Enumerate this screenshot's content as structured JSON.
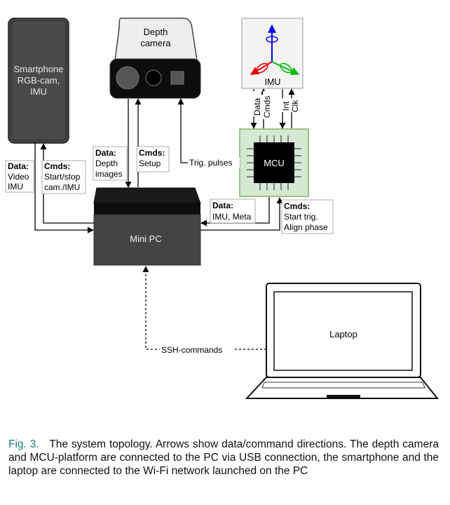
{
  "diagram": {
    "smartphone": {
      "lines": [
        "Smartphone",
        "RGB-cam,",
        "IMU"
      ]
    },
    "depth_camera": {
      "lines": [
        "Depth",
        "camera"
      ]
    },
    "imu": {
      "label": "IMU"
    },
    "mcu": {
      "label": "MCU"
    },
    "mini_pc": {
      "label": "Mini PC"
    },
    "laptop": {
      "label": "Laptop"
    },
    "edges": {
      "phone_data": {
        "bold": "Data:",
        "lines": [
          "Video",
          "IMU"
        ]
      },
      "phone_cmds": {
        "bold": "Cmds:",
        "lines": [
          "Start/stop",
          "cam./IMU"
        ]
      },
      "depth_data": {
        "bold": "Data:",
        "lines": [
          "Depth",
          "images"
        ]
      },
      "depth_cmds": {
        "bold": "Cmds:",
        "lines": [
          "Setup"
        ]
      },
      "trig": {
        "label": "Trig. pulses"
      },
      "mcu_data": {
        "bold": "Data:",
        "lines": [
          "IMU, Meta"
        ]
      },
      "mcu_cmds": {
        "bold": "Cmds:",
        "lines": [
          "Start trig.",
          "Align phase"
        ]
      },
      "imu_lines": [
        "Data",
        "Cmds",
        "Int",
        "Clk"
      ],
      "ssh": {
        "label": "SSH-commands"
      }
    }
  },
  "caption": {
    "label": "Fig. 3.",
    "text": "The system topology. Arrows show data/command directions. The depth camera and MCU-platform are connected to the PC via USB connection, the smartphone and the laptop are connected to the Wi-Fi network launched on the PC"
  },
  "colors": {
    "dark_box": "#444444",
    "mcu_board": "#d5e8d4",
    "mcu_border": "#82b366",
    "axis_blue": "#0000ee",
    "axis_red": "#ee0000",
    "axis_green": "#00bb00",
    "caption_label": "#1f7a7a"
  }
}
